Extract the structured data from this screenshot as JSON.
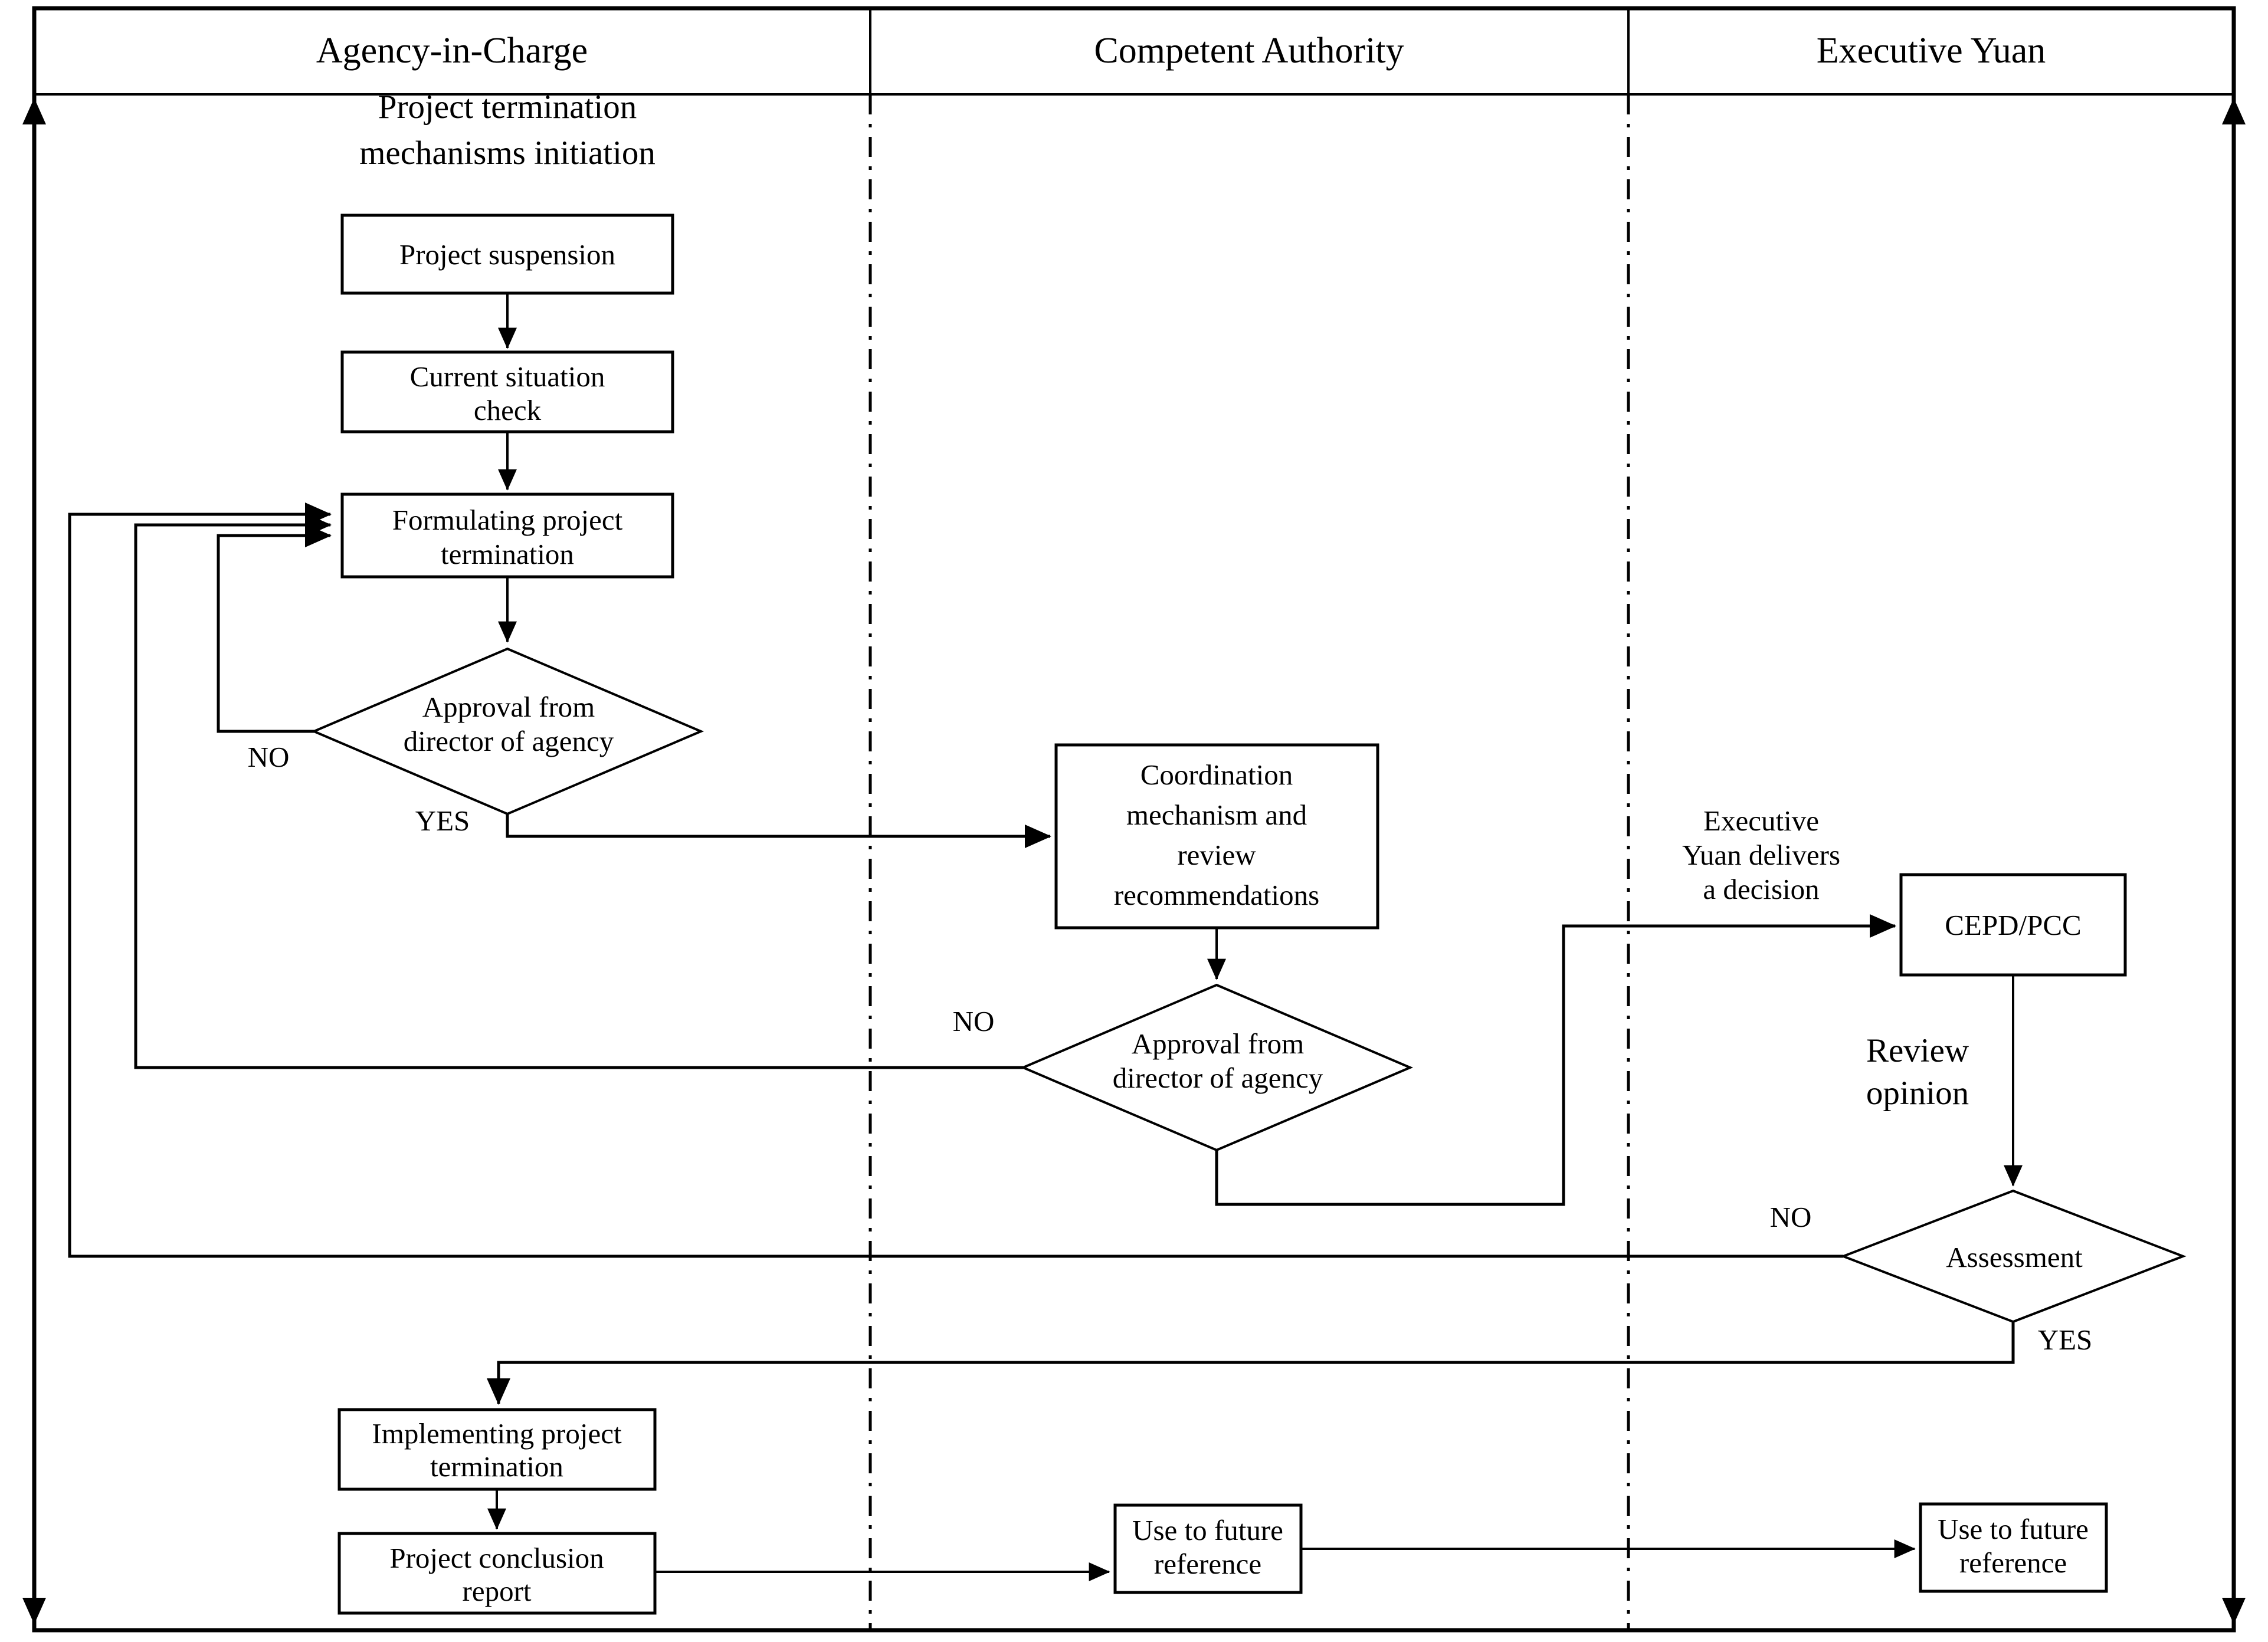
{
  "diagram": {
    "title_note": "Project termination mechanisms flowchart (swimlane)",
    "lanes": [
      {
        "id": "agency",
        "label": "Agency-in-Charge"
      },
      {
        "id": "competent",
        "label": "Competent Authority"
      },
      {
        "id": "executive",
        "label": "Executive Yuan"
      }
    ],
    "free_labels": {
      "initiation_line1": "Project termination",
      "initiation_line2": "mechanisms initiation",
      "ey_decision_line1": "Executive",
      "ey_decision_line2": "Yuan delivers",
      "ey_decision_line3": "a decision",
      "review_opinion_line1": "Review",
      "review_opinion_line2": "opinion"
    },
    "nodes": [
      {
        "id": "project-suspension",
        "lane": "agency",
        "shape": "rect",
        "lines": [
          "Project suspension"
        ]
      },
      {
        "id": "current-situation-check",
        "lane": "agency",
        "shape": "rect",
        "lines": [
          "Current situation",
          "check"
        ]
      },
      {
        "id": "formulating-project-termination",
        "lane": "agency",
        "shape": "rect",
        "lines": [
          "Formulating project",
          "termination"
        ]
      },
      {
        "id": "approval-director-agency-1",
        "lane": "agency",
        "shape": "diamond",
        "lines": [
          "Approval from",
          "director of agency"
        ]
      },
      {
        "id": "coordination-mechanism",
        "lane": "competent",
        "shape": "rect",
        "lines": [
          "Coordination",
          "mechanism and",
          "review",
          "recommendations"
        ]
      },
      {
        "id": "approval-director-agency-2",
        "lane": "competent",
        "shape": "diamond",
        "lines": [
          "Approval from",
          "director of agency"
        ]
      },
      {
        "id": "cepd-pcc",
        "lane": "executive",
        "shape": "rect",
        "lines": [
          "CEPD/PCC"
        ]
      },
      {
        "id": "assessment",
        "lane": "executive",
        "shape": "diamond",
        "lines": [
          "Assessment"
        ]
      },
      {
        "id": "implementing-project-termination",
        "lane": "agency",
        "shape": "rect",
        "lines": [
          "Implementing project",
          "termination"
        ]
      },
      {
        "id": "project-conclusion-report",
        "lane": "agency",
        "shape": "rect",
        "lines": [
          "Project conclusion",
          "report"
        ]
      },
      {
        "id": "use-future-reference-competent",
        "lane": "competent",
        "shape": "rect",
        "lines": [
          "Use to future",
          "reference"
        ]
      },
      {
        "id": "use-future-reference-executive",
        "lane": "executive",
        "shape": "rect",
        "lines": [
          "Use to future",
          "reference"
        ]
      }
    ],
    "edge_labels": {
      "approval1_no": "NO",
      "approval1_yes": "YES",
      "approval2_no": "NO",
      "assessment_no": "NO",
      "assessment_yes": "YES"
    },
    "colors": {
      "stroke": "#000000",
      "fill": "#ffffff",
      "background": "#ffffff"
    }
  }
}
